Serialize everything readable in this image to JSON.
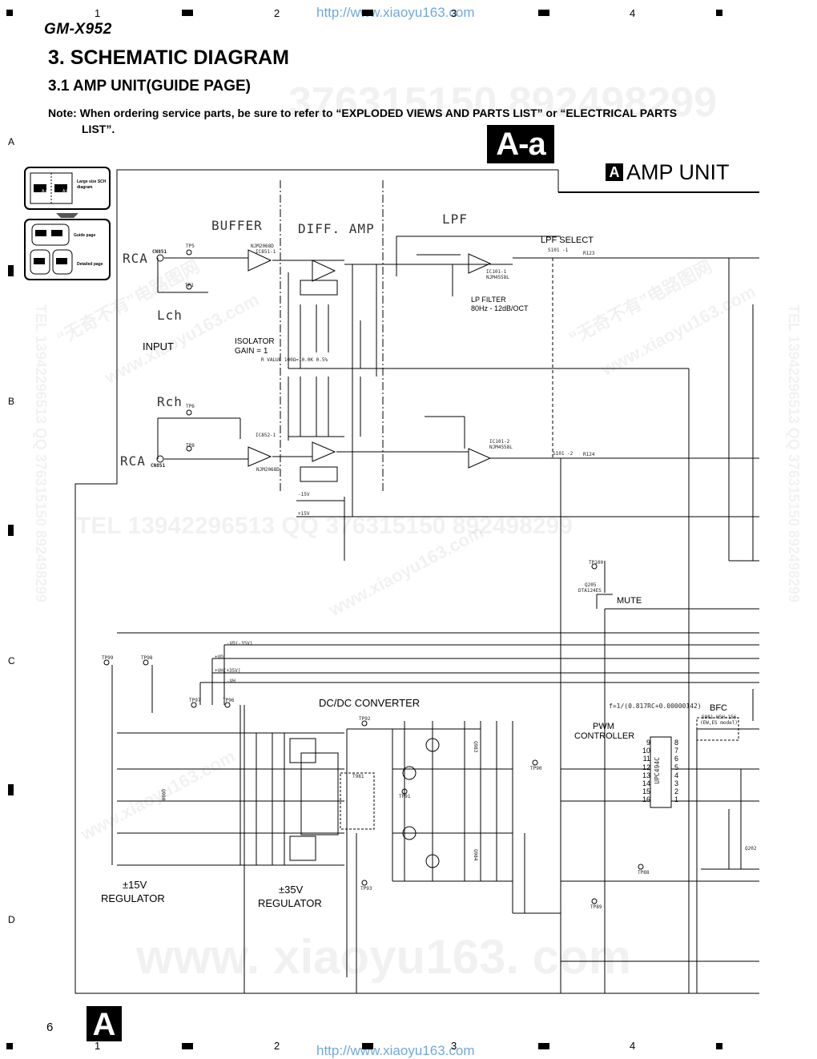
{
  "header": {
    "model": "GM-X952",
    "url_top": "http://www.xiaoyu163.com",
    "url_bottom": "http://www.xiaoyu163.com",
    "column_numbers": [
      "1",
      "2",
      "3",
      "4"
    ],
    "row_letters": [
      "A",
      "B",
      "C",
      "D"
    ]
  },
  "titles": {
    "section": "3. SCHEMATIC DIAGRAM",
    "subsection": "3.1 AMP UNIT(GUIDE PAGE)",
    "note_line1": "Note: When ordering service parts, be sure to refer to “EXPLODED VIEWS AND PARTS LIST” or “ELECTRICAL PARTS",
    "note_line2": "LIST”."
  },
  "badges": {
    "sheet": "A-a",
    "unit_letter": "A",
    "unit_name": "AMP UNIT",
    "bottom_letter": "A",
    "page_number": "6"
  },
  "guide": {
    "large_label": "Large size SCH diagram",
    "guide_page": "Guide page",
    "detailed_page": "Detailed page",
    "cell_a": "A-a",
    "cell_b": "A-b"
  },
  "labels": {
    "buffer": "BUFFER",
    "diff_amp": "DIFF. AMP",
    "lpf": "LPF",
    "lpf_select": "LPF SELECT",
    "lp_filter": "LP FILTER",
    "lp_filter_spec": "80Hz - 12dB/OCT",
    "rca_top": "RCA",
    "rca_bottom": "RCA",
    "lch": "Lch",
    "rch": "Rch",
    "input": "INPUT",
    "isolator": "ISOLATOR",
    "gain": "GAIN = 1",
    "r_value": "R VALUE 100Ω=10.0K 0.5%",
    "mute": "MUTE",
    "dcdc": "DC/DC CONVERTER",
    "pwm": "PWM",
    "controller": "CONTROLLER",
    "bfc": "BFC",
    "bfc_formula": "f=1/(0.817RC+0.00000142)",
    "reg15_a": "±15V",
    "reg15_b": "REGULATOR",
    "reg35_a": "±35V",
    "reg35_b": "REGULATOR",
    "ic_pwm": "UPC494C",
    "vd_neg": "-VD(-35V)",
    "vd": "+VD",
    "vh_pos": "+VH(+35V)",
    "vh_neg": "-VH",
    "v15_neg": "-15V",
    "v15_pos": "+15V",
    "cn851a": "CN851",
    "cn851b": "CN851",
    "s101_1": "S101 -1",
    "s101_2": "S101 -2",
    "r123": "R123",
    "r124": "R124",
    "ic851_1": "IC851-1",
    "ic852_1": "IC852-1",
    "ic101_1": "IC101-1",
    "ic101_2": "IC101-2",
    "opamp1": "NJM2068D",
    "opamp2": "NJM4558L",
    "sw_s981": "S981 HSH-156",
    "sw_s981_note": "(EW,ES model)",
    "t981": "T981",
    "q980": "Q980",
    "q983": "Q983",
    "q984": "Q984",
    "q202": "Q202",
    "q205": "Q205",
    "q205_part": "DTA124ES"
  },
  "test_points": [
    "TP5",
    "TP1",
    "TP6",
    "TP8",
    "TP100",
    "TP99",
    "TP98",
    "TP97",
    "TP96",
    "TP92",
    "TP91",
    "TP93",
    "TP90",
    "TP88",
    "TP89"
  ],
  "pin_numbers_left": [
    "9",
    "10",
    "11",
    "12",
    "13",
    "14",
    "15",
    "16"
  ],
  "pin_numbers_right": [
    "8",
    "7",
    "6",
    "5",
    "4",
    "3",
    "2",
    "1"
  ],
  "side_text": {
    "tel_right": "TEL 13942296513  QQ 376315150  892498299",
    "tel_left": "TEL 13942296513  QQ 376315150  892498299"
  },
  "watermarks": {
    "mid": "TEL 13942296513   QQ 376315150   892498299",
    "top": "376315150   892498299",
    "bottom": "www. xiaoyu163. com",
    "cn1": "“无奇不有”电路图网",
    "web": "www.xiaoyu163.com"
  }
}
